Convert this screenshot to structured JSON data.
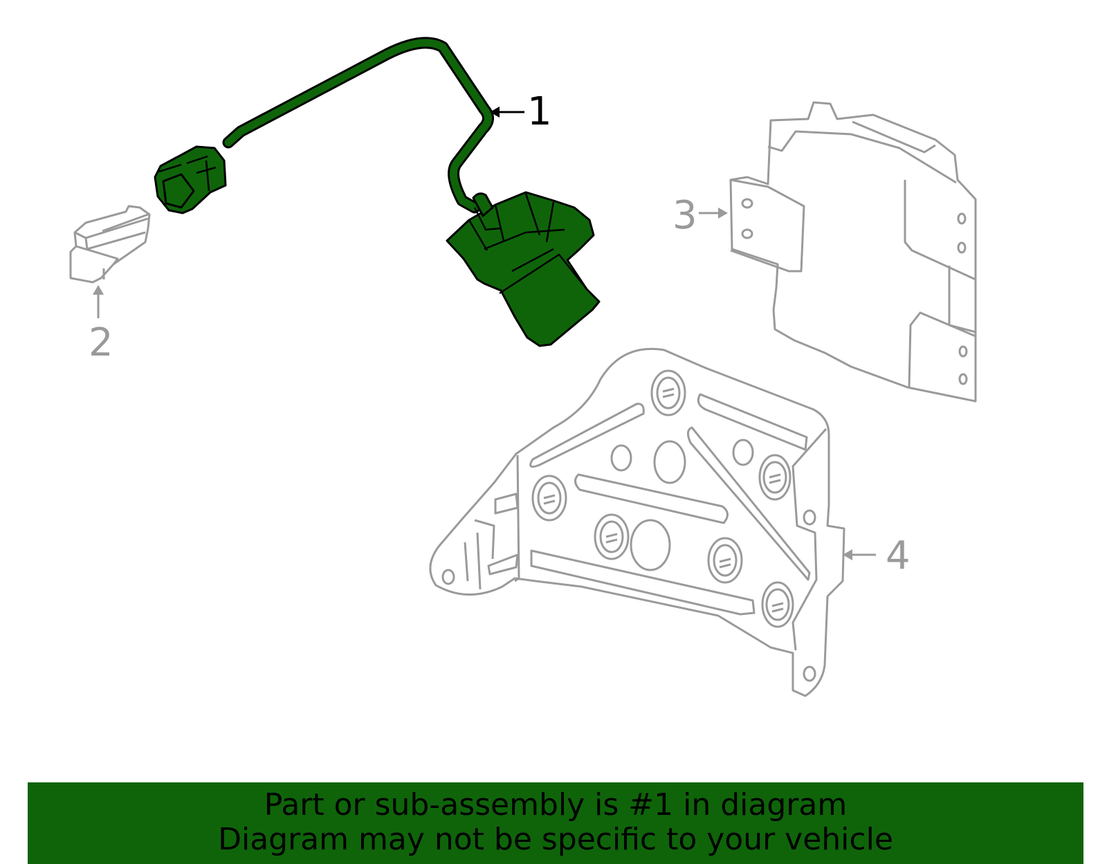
{
  "colors": {
    "highlight": "#0f640a",
    "muted": "#9a9a9a",
    "outline": "#000000",
    "banner_bg": "#0f640a"
  },
  "callouts": {
    "part1": "1",
    "part2": "2",
    "part3": "3",
    "part4": "4"
  },
  "banner": {
    "line1": "Part or sub-assembly is #1 in diagram",
    "line2": "Diagram may not be specific to your vehicle"
  }
}
